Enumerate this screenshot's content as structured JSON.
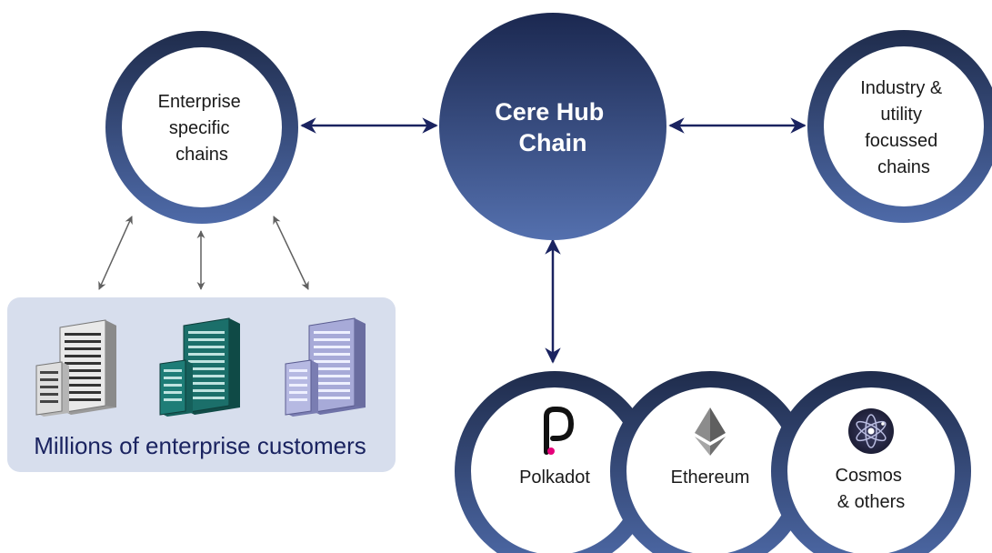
{
  "colors": {
    "ring_dark": "#1f2c4c",
    "ring_light": "#4e6aa8",
    "hub_dark": "#1b2850",
    "hub_light": "#5470ae",
    "connector_navy": "#1a2360",
    "connector_gray": "#606060",
    "customer_panel_bg": "#d7deed",
    "customer_text": "#1a2360",
    "polkadot_pink": "#e6007a"
  },
  "nodes": {
    "enterprise": {
      "lines": [
        "Enterprise",
        "specific",
        "chains"
      ]
    },
    "hub": {
      "lines": [
        "Cere Hub",
        "Chain"
      ]
    },
    "industry": {
      "lines": [
        "Industry &",
        "utility",
        "focussed",
        "chains"
      ]
    }
  },
  "customers": {
    "label": "Millions of enterprise customers",
    "buildings": [
      {
        "icon": "office-building-gray-icon",
        "color": "#8a8a8a"
      },
      {
        "icon": "office-building-teal-icon",
        "color": "#1b6f6a"
      },
      {
        "icon": "office-building-lavender-icon",
        "color": "#8f92c8"
      }
    ]
  },
  "ecosystems": [
    {
      "icon": "polkadot-logo-icon",
      "lines": [
        "Polkadot"
      ]
    },
    {
      "icon": "ethereum-logo-icon",
      "lines": [
        "Ethereum"
      ]
    },
    {
      "icon": "cosmos-logo-icon",
      "lines": [
        "Cosmos",
        "& others"
      ]
    }
  ]
}
